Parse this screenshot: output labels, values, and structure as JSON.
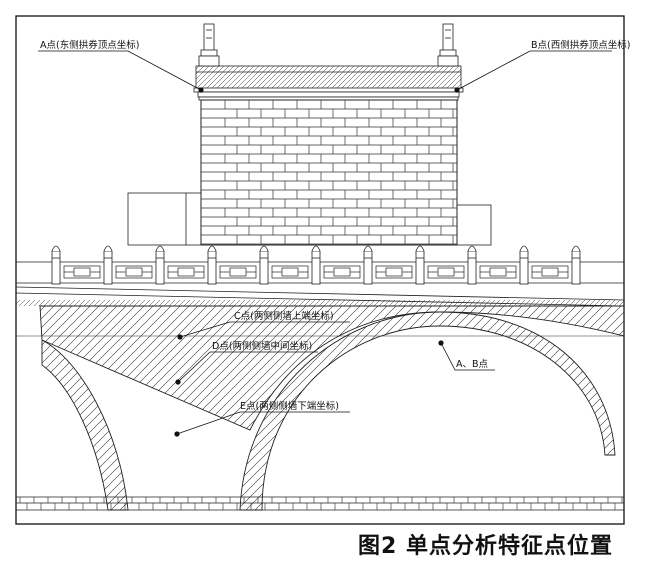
{
  "figure": {
    "caption": "图2 单点分析特征点位置"
  },
  "labels": {
    "a": "A点(东侧拱券顶点坐标)",
    "b": "B点(西侧拱券顶点坐标)",
    "c": "C点(两侧侧墙上端坐标)",
    "d": "D点(两侧侧墙中间坐标)",
    "e": "E点(两侧侧墙下端坐标)",
    "ab": "A、B点"
  }
}
